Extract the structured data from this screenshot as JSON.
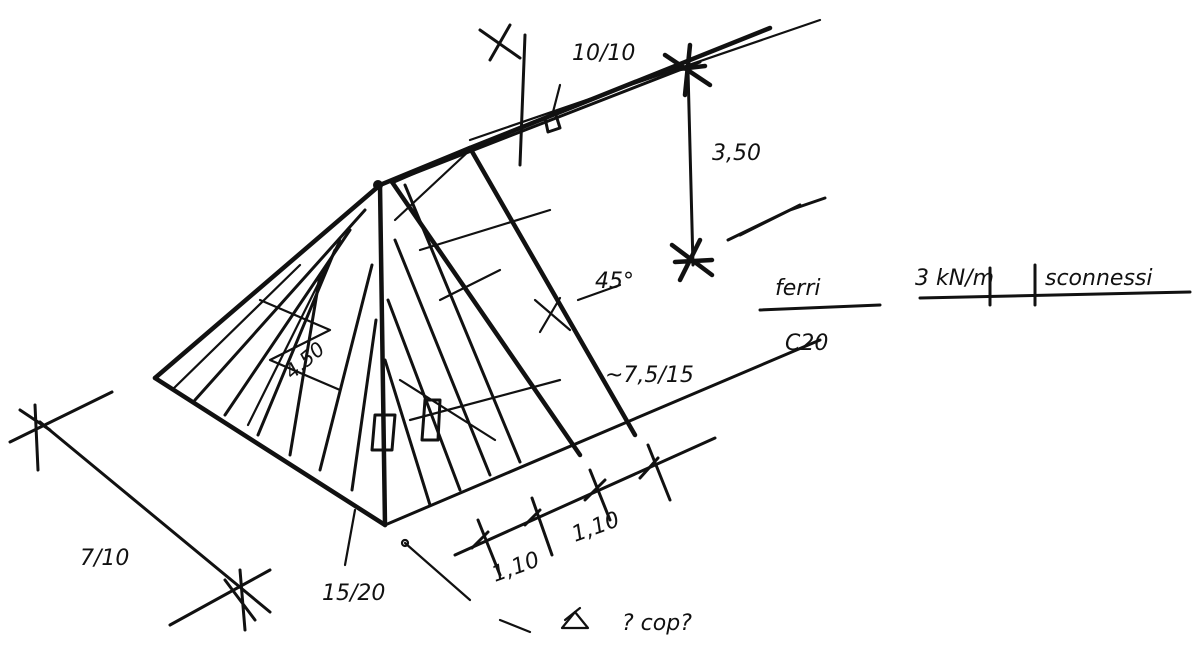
{
  "sketch": {
    "labels": {
      "top_section": "10/10",
      "height": "3,50",
      "angle": "45°",
      "rafter_section": "~7,5/15",
      "rafter_length": "4,50",
      "base_section": "15/20",
      "spacing_a": "1,10",
      "spacing_b": "1,10",
      "bottom_left": "7/10",
      "bottom_note": "? cop?",
      "material_word": "ferri",
      "material_grade": "C20",
      "note_right_a": "3 kN/m",
      "note_right_b": "sconnessi"
    }
  }
}
